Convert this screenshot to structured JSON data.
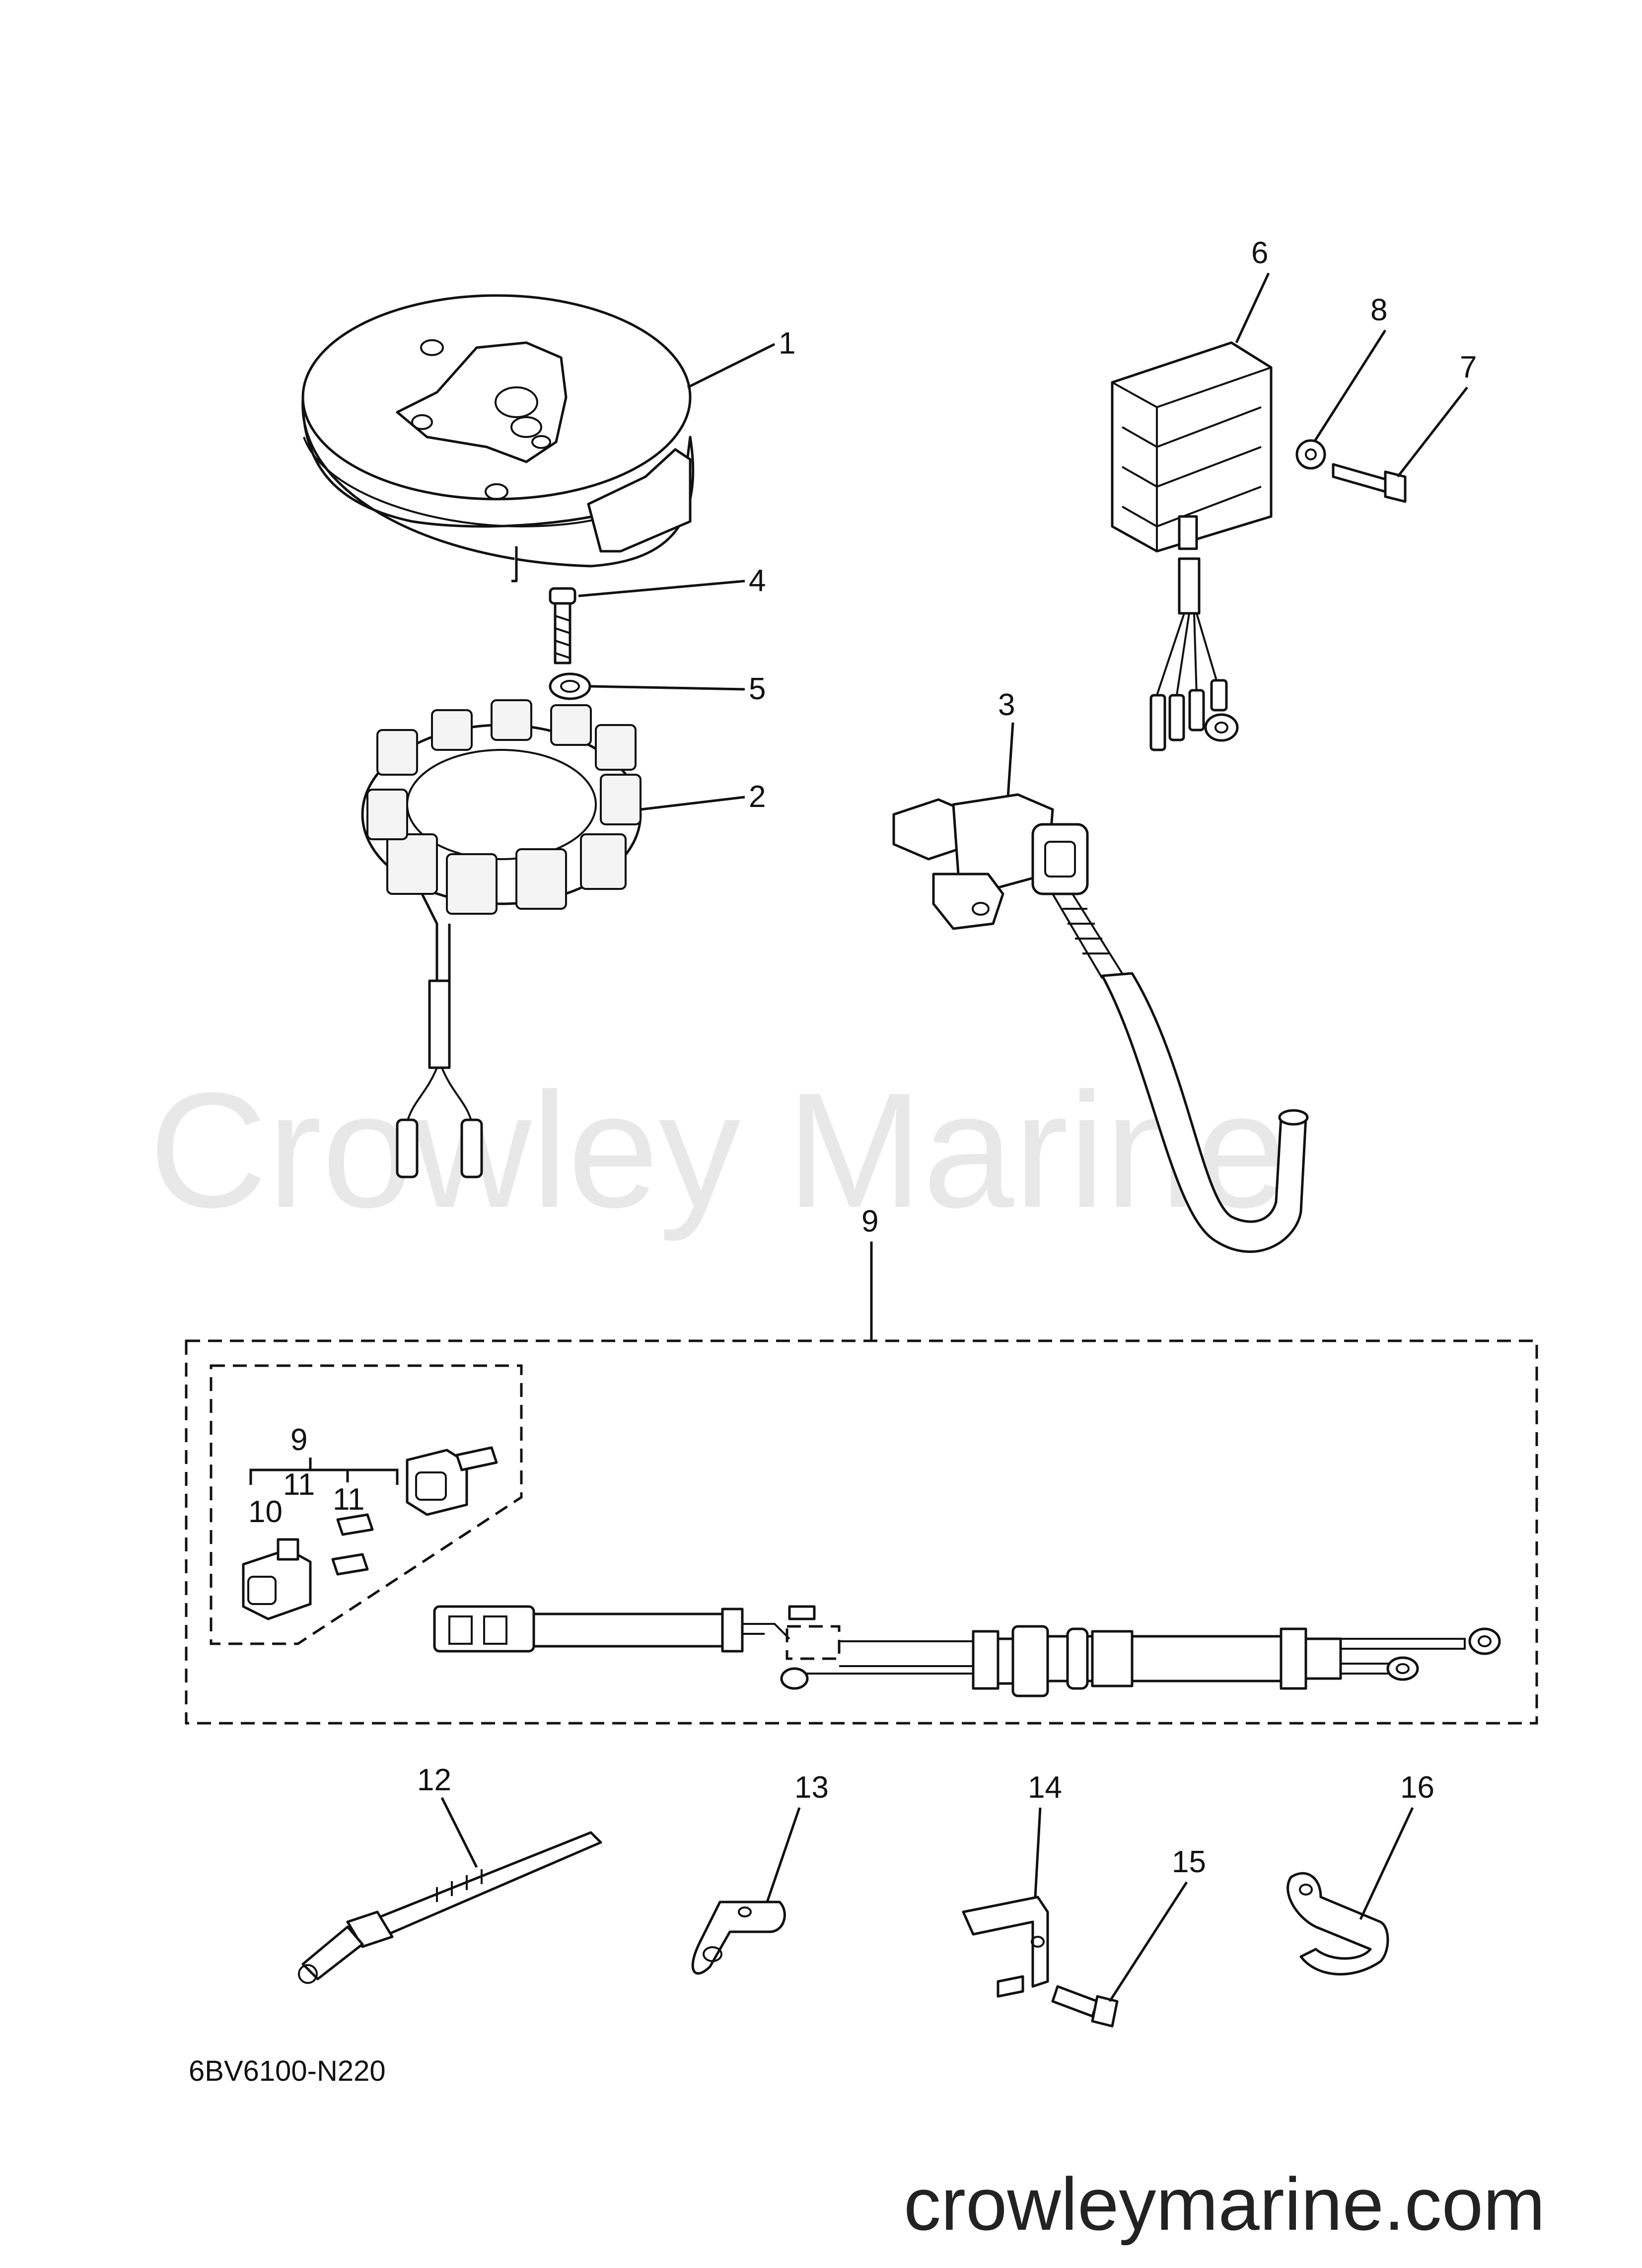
{
  "watermark": "Crowley Marine",
  "diagram_code": "6BV6100-N220",
  "site_url": "crowleymarine.com",
  "callouts": {
    "c1": "1",
    "c2": "2",
    "c3": "3",
    "c4": "4",
    "c5": "5",
    "c6": "6",
    "c7": "7",
    "c8": "8",
    "c9": "9",
    "c9b": "9",
    "c10": "10",
    "c11a": "11",
    "c11b": "11",
    "c12": "12",
    "c13": "13",
    "c14": "14",
    "c15": "15",
    "c16": "16"
  }
}
